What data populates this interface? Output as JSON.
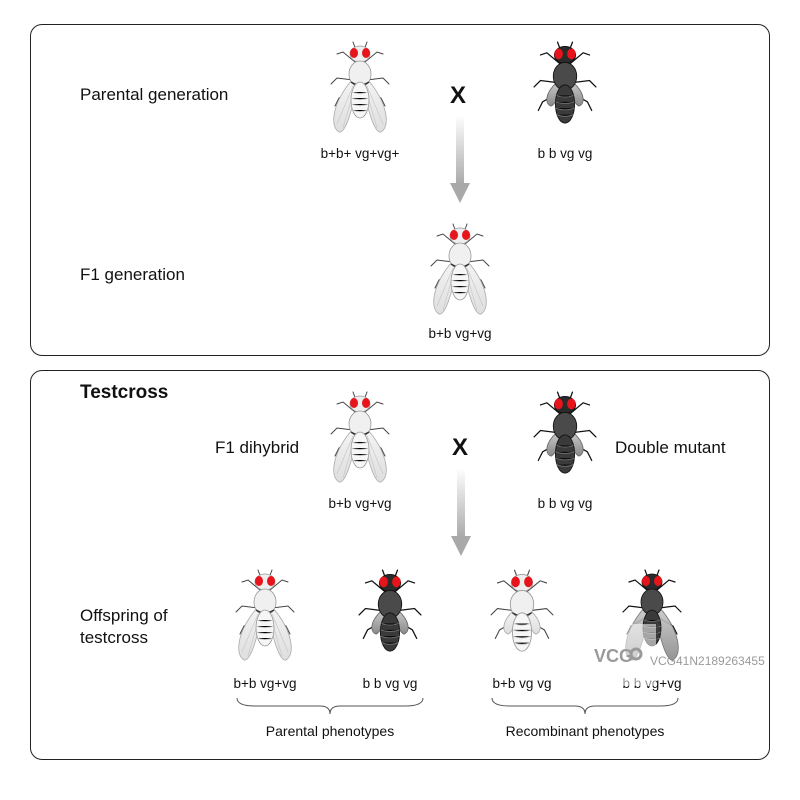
{
  "top_panel": {
    "parental_label": "Parental generation",
    "f1_label": "F1 generation",
    "cross_symbol": "X",
    "wild_genotype": "b+b+ vg+vg+",
    "mutant_genotype": "b b vg vg",
    "f1_genotype": "b+b vg+vg"
  },
  "bottom_panel": {
    "title": "Testcross",
    "f1_dihybrid_label": "F1 dihybrid",
    "double_mutant_label": "Double mutant",
    "cross_symbol": "X",
    "f1_genotype": "b+b vg+vg",
    "mutant_genotype": "b b vg vg",
    "offspring_label_line1": "Offspring of",
    "offspring_label_line2": "testcross",
    "offspring": [
      {
        "genotype": "b+b vg+vg"
      },
      {
        "genotype": "b b vg vg"
      },
      {
        "genotype": "b+b vg vg"
      },
      {
        "genotype": "b b vg+vg"
      }
    ],
    "parental_phenotypes_label": "Parental phenotypes",
    "recombinant_phenotypes_label": "Recombinant phenotypes"
  },
  "watermark": {
    "logo_text": "VCG",
    "id_text": "VCG41N2189263455"
  },
  "colors": {
    "eye_red": "#e8141b",
    "wild_body": "#f2f2f2",
    "mutant_body": "#3a3a3a",
    "arrow_gray": "#b8b8b8"
  }
}
